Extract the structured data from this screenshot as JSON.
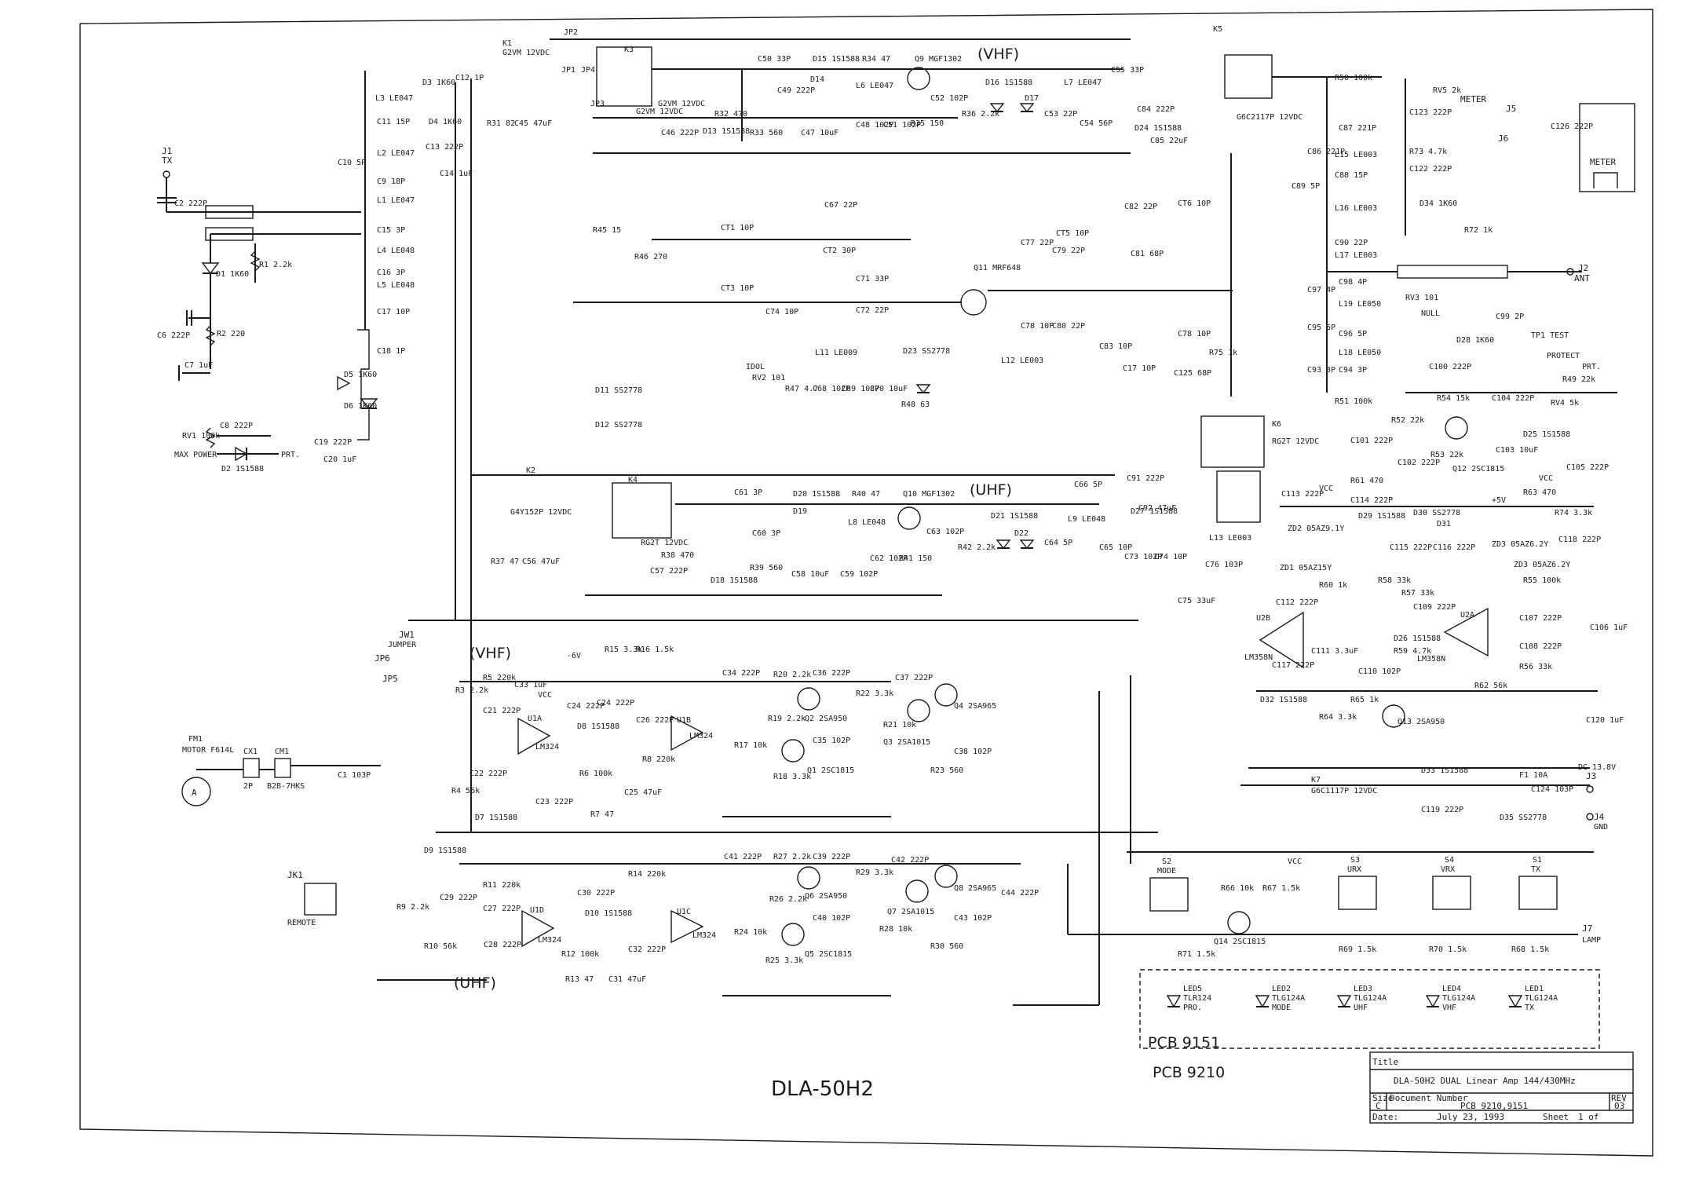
{
  "sheet": {
    "title": "DLA-50H2",
    "pcb_main": "PCB 9210",
    "pcb_sub": "PCB 9151",
    "vhf_tag": "(VHF)",
    "uhf_tag": "(UHF)"
  },
  "title_block": {
    "title_label": "Title",
    "title_value": "DLA-50H2  DUAL Linear Amp 144/430MHz",
    "size_label": "Size",
    "size_value": "C",
    "docnum_label": "Document Number",
    "docnum_value": "PCB 9210,9151",
    "rev_label": "REV",
    "rev_value": "03",
    "date_label": "Date:",
    "date_value": "July 23, 1993",
    "sheet_label": "Sheet",
    "sheet_value": "1  of"
  },
  "connectors": {
    "j1": "J1",
    "j1_sub": "TX",
    "j2": "J2",
    "j2_sub": "ANT",
    "j3": "J3",
    "j3_sub": "DC 13.8V",
    "j4": "J4",
    "j4_sub": "GND",
    "j5": "J5",
    "j6": "J6",
    "j7": "J7",
    "j7_sub": "LAMP",
    "jk1": "JK1",
    "jk1_sub": "REMOTE",
    "jw1": "JW1",
    "jw1_sub": "JUMPER",
    "jp1": "JP1",
    "jp2": "JP2",
    "jp3": "JP3",
    "jp4": "JP4",
    "jp5": "JP5",
    "jp6": "JP6",
    "cx1": "CX1",
    "cx1_sub": "2P",
    "cm1": "CM1",
    "cm1_sub": "B2B-7HKS",
    "meter": "METER",
    "fm1": "FM1",
    "fm1_sub": "MOTOR F614L"
  },
  "relays": {
    "k1": "K1",
    "k1_sub": "G2VM 12VDC",
    "k3": "K3",
    "k3_sub": "G2VM 12VDC",
    "k2": "K2",
    "k2_sub": "G4Y152P 12VDC",
    "k4": "K4",
    "k4_sub": "RG2T 12VDC",
    "k5": "K5",
    "k5_sub": "G6C2117P 12VDC",
    "k6": "K6",
    "k6_sub": "RG2T 12VDC",
    "k7": "K7",
    "k7_sub": "G6C1117P 12VDC"
  },
  "transistors": {
    "q9": "Q9 MGF1302",
    "q10": "Q10 MGF1302",
    "q11": "Q11 MRF648",
    "q1": "Q1 2SC1815",
    "q2": "Q2 2SA950",
    "q3": "Q3 2SA1015",
    "q4": "Q4 2SA965",
    "q5": "Q5 2SC1815",
    "q6": "Q6 2SA950",
    "q7": "Q7 2SA1015",
    "q8": "Q8 2SA965",
    "q12": "Q12 2SC1815",
    "q13": "Q13 2SA950",
    "q14": "Q14 2SC1815"
  },
  "ics": {
    "u1a": "U1A",
    "u1b": "U1B",
    "u1c": "U1C",
    "u1d": "U1D",
    "u1_part": "LM324",
    "u2a": "U2A",
    "u2b": "U2B",
    "u2_part": "LM358N"
  },
  "switches": {
    "s1": "S1",
    "s1_sub": "TX",
    "s2": "S2",
    "s2_sub": "MODE",
    "s3": "S3",
    "s3_sub": "URX",
    "s4": "S4",
    "s4_sub": "VRX"
  },
  "leds": [
    {
      "ref": "LED5",
      "part": "TLR124",
      "fn": "PRO."
    },
    {
      "ref": "LED2",
      "part": "TLG124A",
      "fn": "MODE"
    },
    {
      "ref": "LED3",
      "part": "TLG124A",
      "fn": "UHF"
    },
    {
      "ref": "LED4",
      "part": "TLG124A",
      "fn": "VHF"
    },
    {
      "ref": "LED1",
      "part": "TLG124A",
      "fn": "TX"
    }
  ],
  "labels": {
    "vcc": "VCC",
    "plus5v": "+5V",
    "neg6v": "-6V",
    "prt": "PRT.",
    "protect": "PROTECT",
    "tp1": "TP1 TEST",
    "null": "NULL",
    "max_power": "MAX POWER",
    "idol": "IDOL",
    "f1": "F1 10A"
  },
  "parts": {
    "c2": "C2 222P",
    "c6": "C6 222P",
    "c7": "C7 1uF",
    "c8": "C8 222P",
    "c19": "C19 222P",
    "c20": "C20 1uF",
    "c1": "C1 103P",
    "c10": "C10 5P",
    "c12": "C12 1P",
    "c45": "C45 47uF",
    "c14": "C14 1uF",
    "c15": "C15 3P",
    "c16": "C16 3P",
    "c17": "C17 10P",
    "c18": "C18 1P",
    "c11": "C11 15P",
    "c9": "C9 18P",
    "c13": "C13 222P",
    "c50": "C50 33P",
    "c49": "C49 222P",
    "c48": "C48 102P",
    "c51": "C51 102P",
    "c52": "C52 102P",
    "c53": "C53 22P",
    "c54": "C54 56P",
    "c55": "C55 33P",
    "c46": "C46 222P",
    "c47": "C47 10uF",
    "c84": "C84 222P",
    "c85": "C85 22uF",
    "c86": "C86 221P",
    "c87": "C87 221P",
    "c88": "C88 15P",
    "c89": "C89 5P",
    "c90": "C90 22P",
    "c97": "C97 4P",
    "c98": "C98 4P",
    "c95": "C95 5P",
    "c96": "C96 5P",
    "c93": "C93 3P",
    "c94": "C94 3P",
    "c67": "C67 22P",
    "ct1": "CT1 10P",
    "ct2": "CT2 30P",
    "ct3": "CT3 10P",
    "c71": "C71 33P",
    "c72": "C72 22P",
    "c74": "C74 10P",
    "ct5": "CT5 10P",
    "ct6": "CT6 10P",
    "c77": "C77 22P",
    "c78": "C78 10P",
    "c79": "C79 22P",
    "c80": "C80 22P",
    "c81": "C81 68P",
    "c82": "C82 22P",
    "c83": "C83 10P",
    "c125": "C125 68P",
    "c68": "C68 102P",
    "c69": "C69 103P",
    "c70": "C70 10uF",
    "c61": "C61 3P",
    "c60": "C60 3P",
    "c57": "C57 222P",
    "c58": "C58 10uF",
    "c59": "C59 102P",
    "c62": "C62 102P",
    "c63": "C63 102P",
    "c64": "C64 5P",
    "c65": "C65 10P",
    "c66": "C66 5P",
    "c56": "C56 47uF",
    "c91": "C91 222P",
    "c92": "C92 47uF",
    "c73": "C73 102P",
    "c75": "C75 33uF",
    "c76": "C76 103P",
    "c123": "C123 222P",
    "c122": "C122 222P",
    "c126": "C126 222P",
    "c99": "C99 2P",
    "c100": "C100 222P",
    "c104": "C104 222P",
    "c103": "C103 10uF",
    "c101": "C101 222P",
    "c102": "C102 222P",
    "c105": "C105 222P",
    "c113": "C113 222P",
    "c114": "C114 222P",
    "c115": "C115 222P",
    "c116": "C116 222P",
    "c118": "C118 222P",
    "c112": "C112 222P",
    "c109": "C109 222P",
    "c111": "C111 3.3uF",
    "c117": "C117 222P",
    "c110": "C110 102P",
    "c106": "C106 1uF",
    "c107": "C107 222P",
    "c108": "C108 222P",
    "c120": "C120 1uF",
    "c119": "C119 222P",
    "c124": "C124 103P",
    "c33": "C33 1uF",
    "c21": "C21 222P",
    "c22": "C22 222P",
    "c23": "C23 222P",
    "c24": "C24 222P",
    "c26": "C26 222P",
    "c25": "C25 47uF",
    "c34": "C34 222P",
    "c36": "C36 222P",
    "c37": "C37 222P",
    "c35": "C35 102P",
    "c38": "C38 102P",
    "c29": "C29 222P",
    "c27": "C27 222P",
    "c28": "C28 222P",
    "c30": "C30 222P",
    "c32": "C32 222P",
    "c31": "C31 47uF",
    "c41": "C41 222P",
    "c39": "C39 222P",
    "c42": "C42 222P",
    "c40": "C40 102P",
    "c43": "C43 102P",
    "c44": "C44 222P",
    "r1": "R1 2.2k",
    "r2": "R2 220",
    "rv1": "RV1 100k",
    "r31": "R31 82",
    "r45": "R45 15",
    "r46": "R46 270",
    "r47": "R47 4.7",
    "rv2": "RV2 101",
    "r48": "R48 63",
    "r32": "R32 470",
    "r33": "R33 560",
    "r34": "R34 47",
    "r35": "R35 150",
    "r36": "R36 2.2k",
    "r38": "R38 470",
    "r39": "R39 560",
    "r40": "R40 47",
    "r41": "R41 150",
    "r42": "R42 2.2k",
    "r37": "R37 47",
    "r50": "R50 100k",
    "r51": "R51 100k",
    "r73": "R73 4.7k",
    "rv5": "RV5 2k",
    "r72": "R72 1k",
    "rv3": "RV3 101",
    "r75": "R75 1k",
    "r49": "R49 22k",
    "rv4": "RV4 5k",
    "r52": "R52 22k",
    "r53": "R53 22k",
    "r54": "R54 15k",
    "r61": "R61 470",
    "r63": "R63 470",
    "r74": "R74 3.3k",
    "r55": "R55 100k",
    "r56": "R56 33k",
    "r57": "R57 33k",
    "r58": "R58 33k",
    "r59": "R59 4.7k",
    "r60": "R60 1k",
    "r62": "R62 56k",
    "r64": "R64 3.3k",
    "r65": "R65 1k",
    "r3": "R3 2.2k",
    "r5": "R5 220k",
    "r4": "R4 56k",
    "r6": "R6 100k",
    "r7": "R7 47",
    "r8": "R8 220k",
    "r15": "R15 3.3k",
    "r16": "R16 1.5k",
    "r17": "R17 10k",
    "r18": "R18 3.3k",
    "r19": "R19 2.2k",
    "r20": "R20 2.2k",
    "r21": "R21 10k",
    "r22": "R22 3.3k",
    "r23": "R23 560",
    "r9": "R9 2.2k",
    "r10": "R10 56k",
    "r11": "R11 220k",
    "r12": "R12 100k",
    "r13": "R13 47",
    "r14": "R14 220k",
    "r24": "R24 10k",
    "r25": "R25 3.3k",
    "r26": "R26 2.2k",
    "r27": "R27 2.2k",
    "r28": "R28 10k",
    "r29": "R29 3.3k",
    "r30": "R30 560",
    "r66": "R66 10k",
    "r67": "R67 1.5k",
    "r71": "R71 1.5k",
    "r69": "R69 1.5k",
    "r70": "R70 1.5k",
    "r68": "R68 1.5k",
    "l1": "L1 LE047",
    "l2": "L2 LE047",
    "l3": "L3 LE047",
    "l4": "L4 LE048",
    "l5": "L5 LE048",
    "l6": "L6 LE047",
    "l7": "L7 LE047",
    "l8": "L8 LE048",
    "l9": "L9 LE048",
    "l11": "L11 LE009",
    "l12": "L12 LE003",
    "l13": "L13 LE003",
    "l15": "L15 LE003",
    "l16": "L16 LE003",
    "l17": "L17 LE003",
    "l18": "L18 LE050",
    "l19": "L19 LE050",
    "d1": "D1 1K60",
    "d2": "D2 1S1588",
    "d3": "D3 1K60",
    "d4": "D4 1K60",
    "d5": "D5 1K60",
    "d6": "D6 1K60",
    "d11": "D11 SS2778",
    "d12": "D12 SS2778",
    "d13": "D13 1S1588",
    "d14": "D14",
    "d15": "D15 1S1588",
    "d16": "D16 1S1588",
    "d17": "D17",
    "d18": "D18 1S1588",
    "d19": "D19",
    "d20": "D20 1S1588",
    "d21": "D21 1S1588",
    "d22": "D22",
    "d23": "D23 SS2778",
    "d24": "D24 1S1588",
    "d25": "D25 1S1588",
    "d26": "D26 1S1588",
    "d27": "D27 1S1588",
    "d28": "D28 1K60",
    "d29": "D29 1S1588",
    "d30": "D30 SS2778",
    "d31": "D31",
    "d32": "D32 1S1588",
    "d33": "D33 1S1588",
    "d34": "D34 1K60",
    "d35": "D35 SS2778",
    "d7": "D7 1S1588",
    "d8": "D8 1S1588",
    "d9": "D9 1S1588",
    "d10": "D10 1S1588",
    "zd1": "ZD1 05AZ15Y",
    "zd2": "ZD2 05AZ9.1Y",
    "zd3": "ZD3 05AZ6.2Y"
  }
}
